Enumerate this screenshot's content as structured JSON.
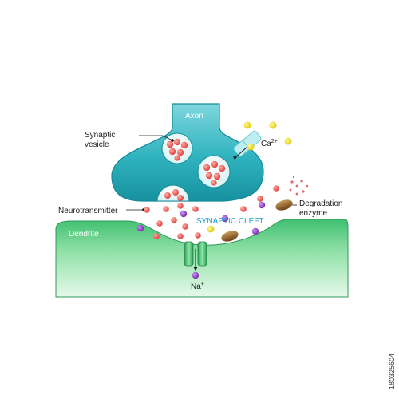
{
  "labels": {
    "axon": "Axon",
    "synaptic_vesicle_line1": "Synaptic",
    "synaptic_vesicle_line2": "vesicle",
    "calcium": "Ca",
    "calcium_charge": "2+",
    "neurotransmitter": "Neurotransmitter",
    "degradation_line1": "Degradation",
    "degradation_line2": "enzyme",
    "synaptic_cleft": "SYNAPTIC CLEFT",
    "dendrite": "Dendrite",
    "sodium": "Na",
    "sodium_charge": "+"
  },
  "stock_id": "180325604",
  "colors": {
    "axon": "#2fb8c2",
    "dendrite": "#4fc97a",
    "neurotransmitter": "#ef5a5a",
    "calcium": "#f2e021",
    "sodium": "#8a3fc2",
    "enzyme": "#8a5a22",
    "cleft_text": "#1e9fd0"
  }
}
